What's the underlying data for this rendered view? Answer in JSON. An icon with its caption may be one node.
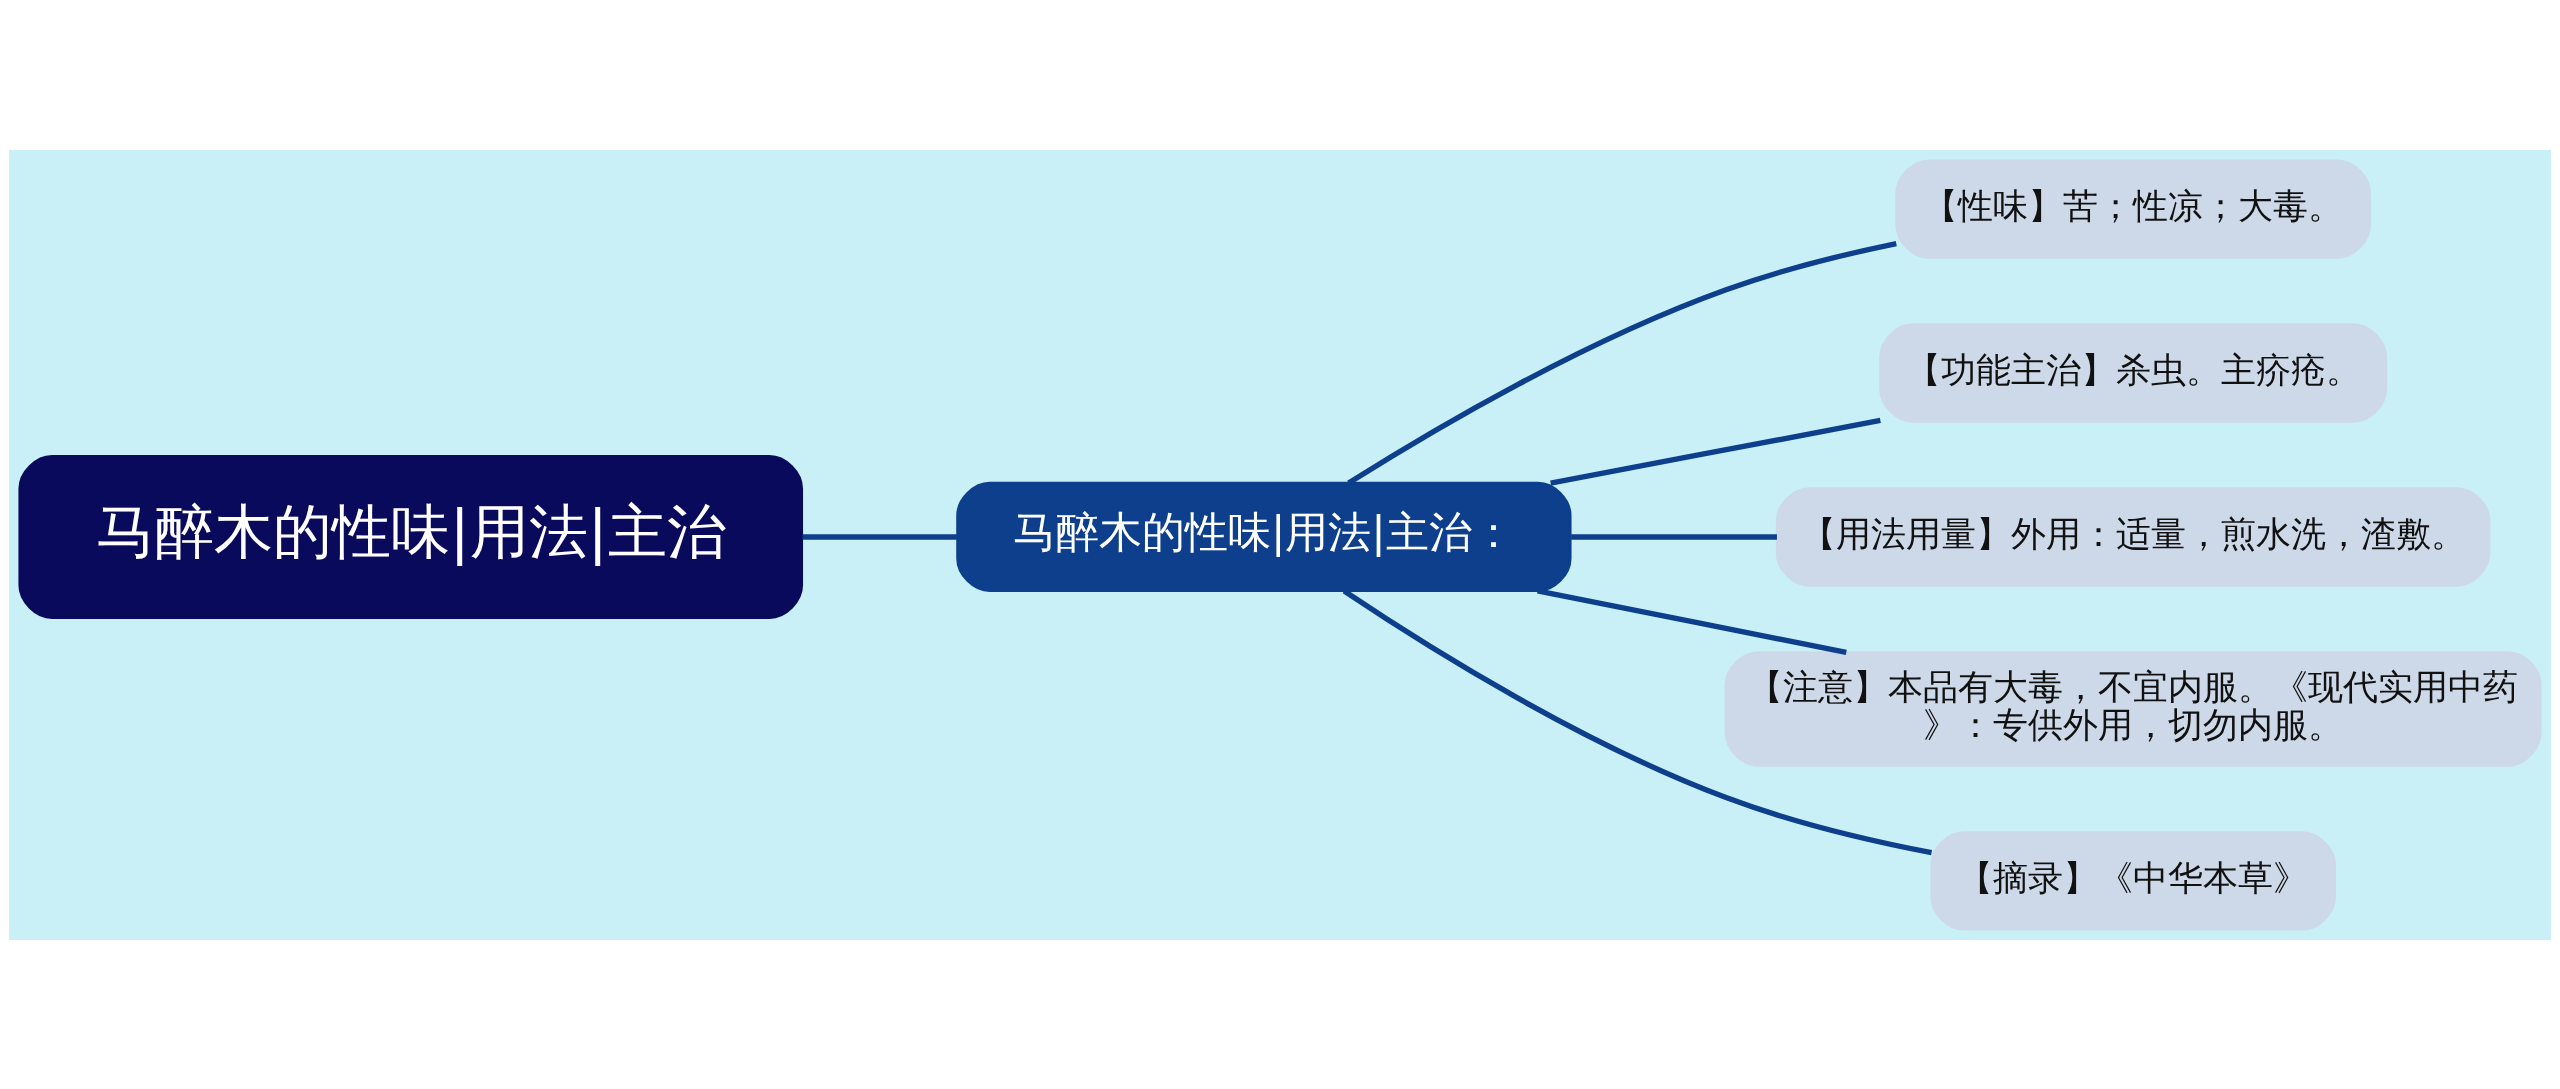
{
  "diagram": {
    "nodes": [
      {
        "text": [
          "马醉木的性味|用法|主治"
        ]
      },
      {
        "text": [
          "马醉木的性味|用法|主治："
        ]
      },
      {
        "text": [
          "【性味】苦；性凉；大毒。"
        ]
      },
      {
        "text": [
          "【功能主治】杀虫。主疥疮。"
        ]
      },
      {
        "text": [
          "【用法用量】外用：适量，煎水洗，渣敷。"
        ]
      },
      {
        "text": [
          "【注意】本品有大毒，不宜内服。《现代实用中药》：专供外用，切勿内服。"
        ]
      },
      {
        "text": [
          "【摘录】《中华本草》"
        ]
      }
    ],
    "edges": [
      {
        "from": 0,
        "to": 1,
        "arrow": "none"
      },
      {
        "from": 1,
        "to": 2,
        "arrow": "none"
      },
      {
        "from": 1,
        "to": 3,
        "arrow": "none"
      },
      {
        "from": 1,
        "to": 4,
        "arrow": "none"
      },
      {
        "from": 1,
        "to": 5,
        "arrow": "none"
      },
      {
        "from": 1,
        "to": 6,
        "arrow": "none"
      }
    ]
  }
}
